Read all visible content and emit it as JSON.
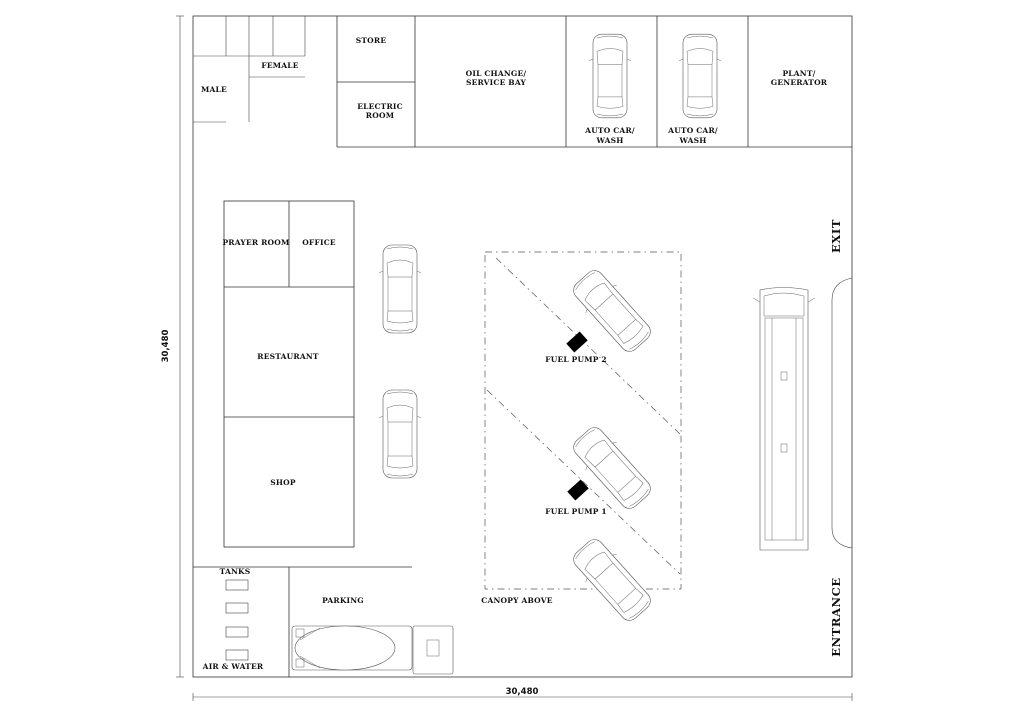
{
  "labels": {
    "store": "STORE",
    "electric_1": "ELECTRIC",
    "electric_2": "ROOM",
    "oil_1": "OIL CHANGE/",
    "oil_2": "SERVICE BAY",
    "wash1_1": "AUTO CAR/",
    "wash1_2": "WASH",
    "wash2_1": "AUTO CAR/",
    "wash2_2": "WASH",
    "plant_1": "PLANT/",
    "plant_2": "GENERATOR",
    "male": "MALE",
    "female": "FEMALE",
    "prayer": "PRAYER ROOM",
    "office": "OFFICE",
    "restaurant": "RESTAURANT",
    "shop": "SHOP",
    "pump2": "FUEL PUMP 2",
    "pump1": "FUEL PUMP 1",
    "canopy": "CANOPY ABOVE",
    "tanks": "TANKS",
    "parking": "PARKING",
    "air": "AIR & WATER",
    "exit": "EXIT",
    "entrance": "ENTRANCE"
  },
  "dimensions": {
    "width": "30,480",
    "depth": "30,480"
  }
}
